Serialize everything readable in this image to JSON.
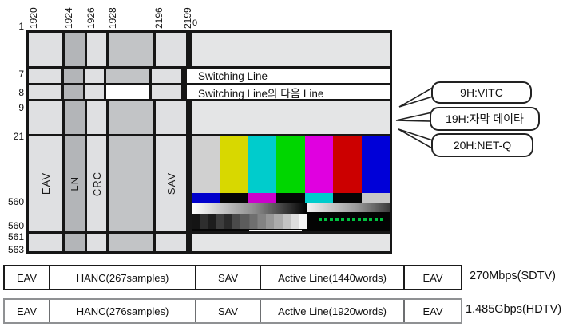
{
  "diagram": {
    "sample_labels": [
      "1920",
      "1924",
      "1926",
      "1928",
      "2196",
      "2199"
    ],
    "zero_label": "0",
    "row_labels": [
      "1",
      "7",
      "8",
      "9",
      "21",
      "560",
      "560",
      "561",
      "563"
    ],
    "column_labels": {
      "eav": "EAV",
      "ln": "LN",
      "crc": "CRC",
      "sav": "SAV"
    },
    "rows": {
      "switching_line": "Switching Line",
      "switching_line_next": "Switching Line의 다음 Line"
    },
    "callouts": [
      {
        "label": "9H:VITC"
      },
      {
        "label": "19H:자막 데이타"
      },
      {
        "label": "20H:NET-Q"
      }
    ]
  },
  "colorbar": {
    "bars": [
      "#d0d0d0",
      "#d8d800",
      "#00cccc",
      "#00d600",
      "#e000e0",
      "#cc0000",
      "#0000d8"
    ],
    "castellation": [
      "#0000cc",
      "#050505",
      "#cc00cc",
      "#050505",
      "#00cccc",
      "#050505",
      "#c6c6c6"
    ]
  },
  "tables": [
    {
      "cells": [
        "EAV",
        "HANC(267samples)",
        "SAV",
        "Active Line(1440words)",
        "EAV"
      ],
      "rate": "270Mbps(SDTV)"
    },
    {
      "cells": [
        "EAV",
        "HANC(276samples)",
        "SAV",
        "Active Line(1920words)",
        "EAV"
      ],
      "rate": "1.485Gbps(HDTV)"
    }
  ]
}
